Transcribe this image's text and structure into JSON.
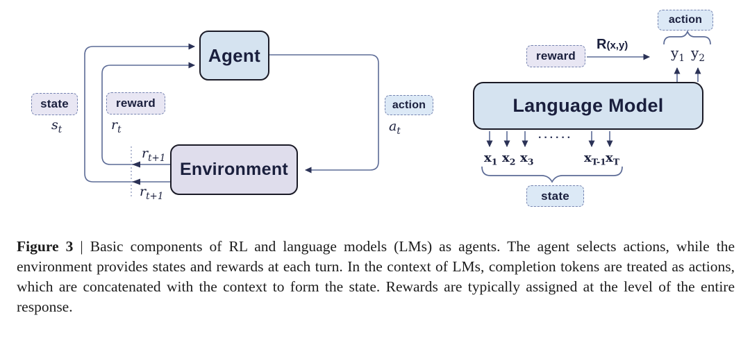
{
  "figure": {
    "left": {
      "agent_label": "Agent",
      "environment_label": "Environment",
      "state_chip": "state",
      "reward_chip": "reward",
      "action_chip": "action",
      "state_var": {
        "base": "s",
        "sub": "t"
      },
      "reward_var": {
        "base": "r",
        "sub": "t"
      },
      "action_var": {
        "base": "a",
        "sub": "t"
      },
      "next_reward_top": {
        "base": "r",
        "sub": "t+1"
      },
      "next_reward_bottom": {
        "base": "r",
        "sub": "t+1"
      }
    },
    "right": {
      "model_label": "Language Model",
      "reward_chip": "reward",
      "action_chip": "action",
      "state_chip": "state",
      "reward_fn": {
        "base": "R",
        "args": "(x,y)"
      },
      "outputs": [
        {
          "base": "y",
          "sub": "1"
        },
        {
          "base": "y",
          "sub": "2"
        }
      ],
      "dots": "······",
      "tokens": [
        {
          "base": "x",
          "sub": "1"
        },
        {
          "base": "x",
          "sub": "2"
        },
        {
          "base": "x",
          "sub": "3"
        },
        {
          "base": "x",
          "sub": "T-1"
        },
        {
          "base": "x",
          "sub": "T"
        }
      ]
    },
    "caption": {
      "label": "Figure 3",
      "separator": " | ",
      "text": "Basic components of RL and language models (LMs) as agents. The agent selects actions, while the environment provides states and rewards at each turn. In the context of LMs, completion tokens are treated as actions, which are concatenated with the context to form the state. Rewards are typically assigned at the level of the entire response."
    }
  },
  "colors": {
    "box-blue": "#d5e3f0",
    "box-lavender": "#dfddec",
    "chip-blue": "#dce9f6",
    "chip-lavender": "#e8e6f3",
    "box-border": "#1a1a26",
    "chip-border": "#7583b0",
    "wire": "#5c6b96",
    "arrow": "#2b3256",
    "navy-text": "#1a1f3d",
    "guide-dash": "#9aa3c4",
    "caption-text": "#1c1c1c"
  }
}
